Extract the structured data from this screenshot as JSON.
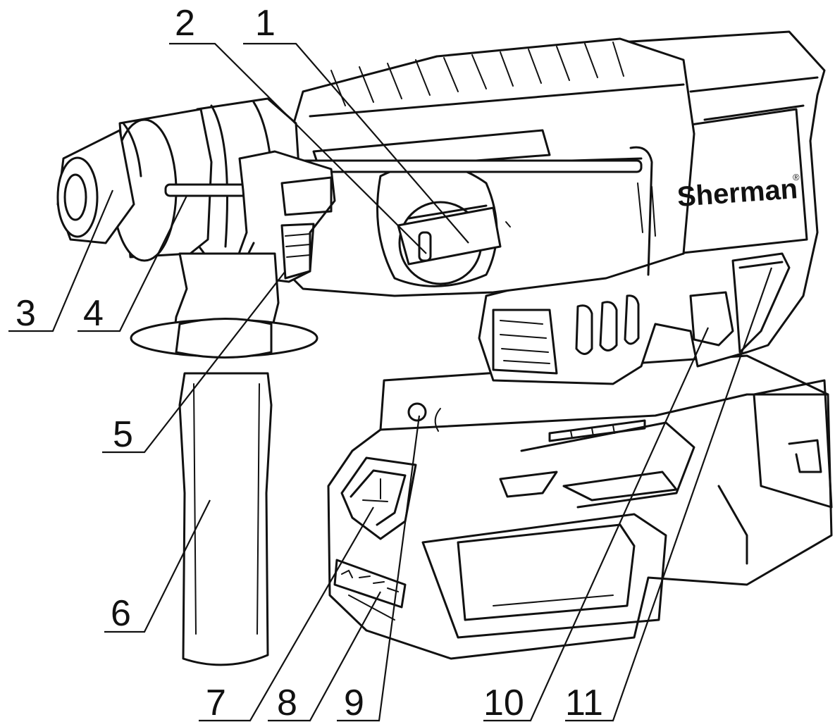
{
  "brand": {
    "name": "Sherman",
    "mark": "®"
  },
  "callouts": [
    {
      "id": "1",
      "label": "1"
    },
    {
      "id": "2",
      "label": "2"
    },
    {
      "id": "3",
      "label": "3"
    },
    {
      "id": "4",
      "label": "4"
    },
    {
      "id": "5",
      "label": "5"
    },
    {
      "id": "6",
      "label": "6"
    },
    {
      "id": "7",
      "label": "7"
    },
    {
      "id": "8",
      "label": "8"
    },
    {
      "id": "9",
      "label": "9"
    },
    {
      "id": "10",
      "label": "10"
    },
    {
      "id": "11",
      "label": "11"
    }
  ]
}
